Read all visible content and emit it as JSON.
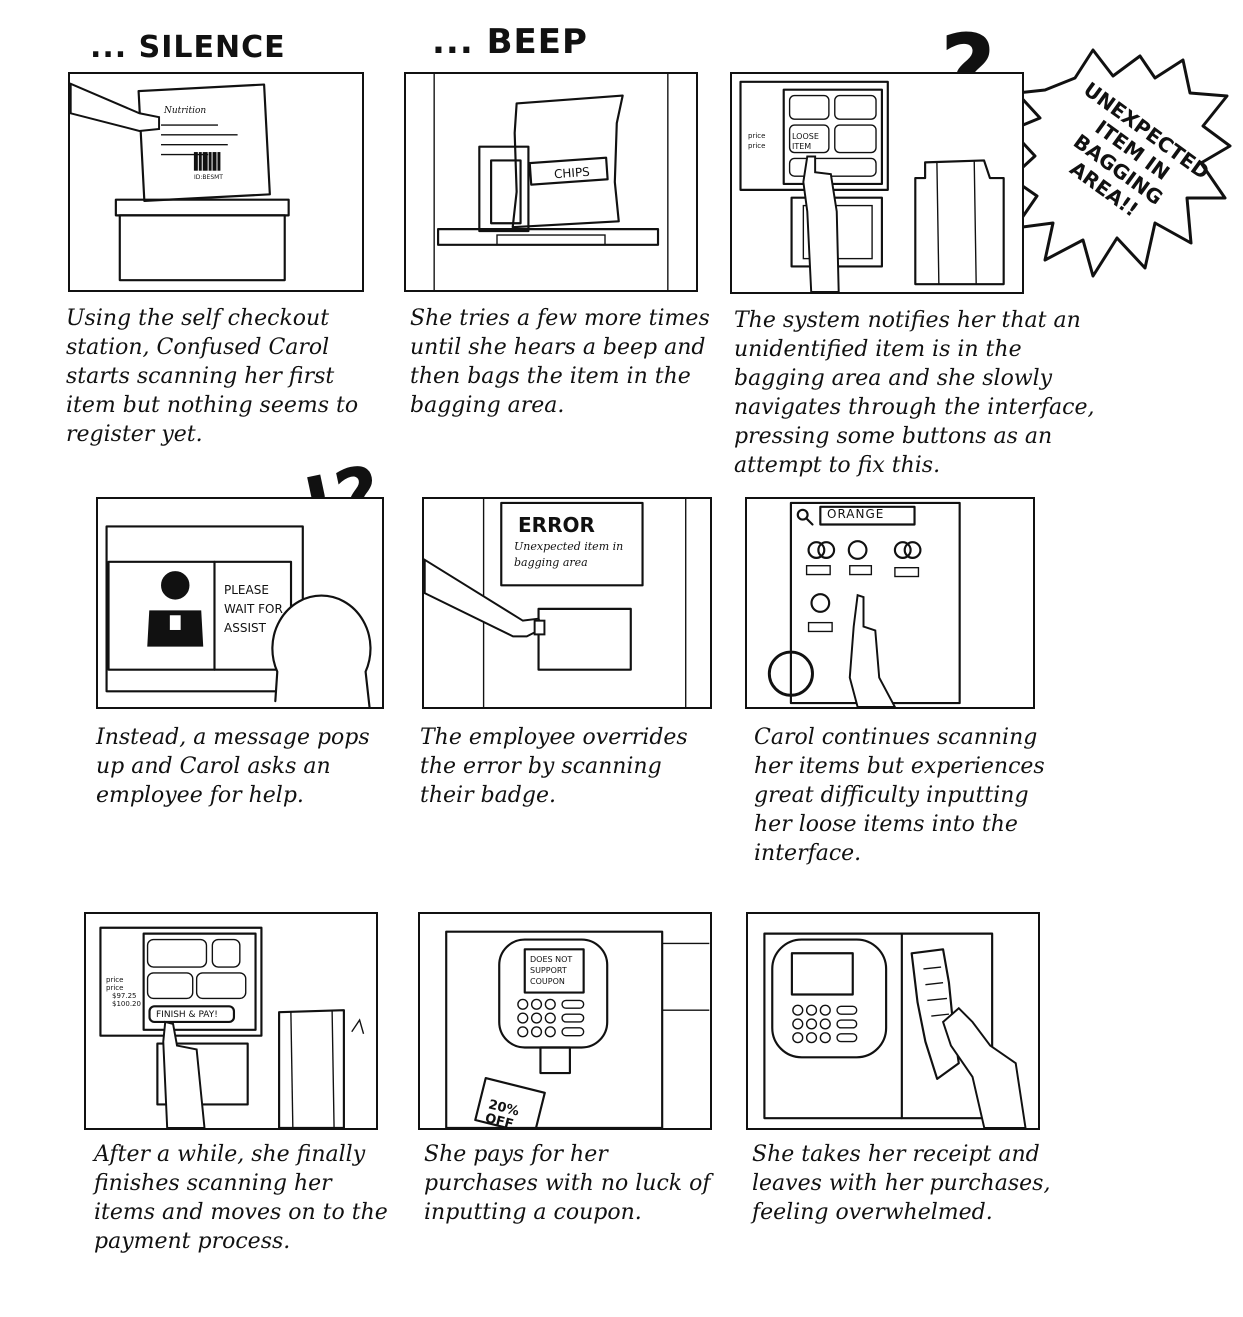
{
  "sound_effects": {
    "silence": "... SILENCE",
    "beep": "... BEEP"
  },
  "marks": {
    "question": "?",
    "interrobang": "!?",
    "double_bang": "!!"
  },
  "speech_bubble": {
    "text": "UNEXPECTED ITEM IN BAGGING AREA!!"
  },
  "panels": [
    {
      "caption": "Using the self checkout station, Confused Carol starts scanning her first item but nothing seems to register yet.",
      "labels": {
        "package_top": "Nutrition",
        "package_code": "ID:BESMT"
      }
    },
    {
      "caption": "She tries a few more times until she hears a beep and then bags the item in the bagging area.",
      "labels": {
        "chips": "CHIPS"
      }
    },
    {
      "caption": "The system notifies her that an unidentified item is in the bagging area and she slowly navigates through the interface, pressing some buttons as an attempt to fix this.",
      "labels": {
        "price_1": "price",
        "price_2": "price",
        "loose_item": "LOOSE ITEM"
      }
    },
    {
      "caption": "Instead, a message pops up and Carol asks an employee for help.",
      "labels": {
        "please_wait": "PLEASE WAIT FOR ASSIST"
      }
    },
    {
      "caption": "The employee overrides the error by scanning their badge.",
      "labels": {
        "error_title": "ERROR",
        "error_msg": "Unexpected item in bagging area"
      }
    },
    {
      "caption": "Carol continues scanning her items but experiences great difficulty inputting her loose items into the interface.",
      "labels": {
        "search": "ORANGE"
      }
    },
    {
      "caption": "After a while, she finally finishes scanning her items and moves on to the payment process.",
      "labels": {
        "price_1": "price",
        "price_2": "price",
        "total_1": "$97.25",
        "total_2": "$100.20",
        "finish_button": "FINISH & PAY!"
      }
    },
    {
      "caption": "She pays for her purchases with no luck of inputting a coupon.",
      "labels": {
        "terminal_msg": "DOES NOT SUPPORT COUPON",
        "coupon": "20% OFF"
      }
    },
    {
      "caption": "She takes her receipt and leaves with her purchases, feeling overwhelmed.",
      "labels": {}
    }
  ]
}
